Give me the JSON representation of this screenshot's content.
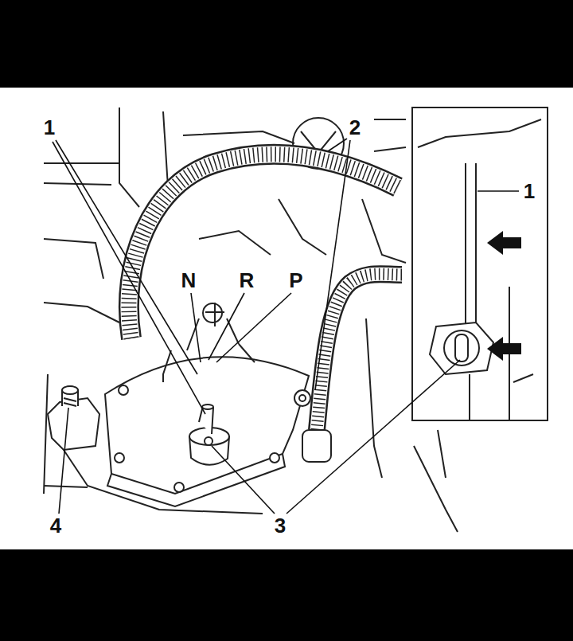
{
  "diagram": {
    "labels": [
      "1",
      "2",
      "1",
      "N",
      "R",
      "P",
      "4",
      "3"
    ]
  }
}
